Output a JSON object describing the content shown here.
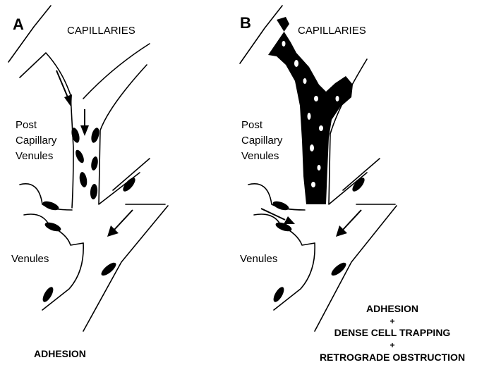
{
  "panel_a": {
    "letter": "A",
    "capillaries": "CAPILLARIES",
    "post_line1": "Post",
    "post_line2": "Capillary",
    "post_line3": "Venules",
    "venules": "Venules",
    "caption": "ADHESION"
  },
  "panel_b": {
    "letter": "B",
    "capillaries": "CAPILLARIES",
    "post_line1": "Post",
    "post_line2": "Capillary",
    "post_line3": "Venules",
    "venules": "Venules",
    "caption_line1": "ADHESION",
    "plus1": "+",
    "caption_line2": "DENSE CELL TRAPPING",
    "plus2": "+",
    "caption_line3": "RETROGRADE OBSTRUCTION"
  }
}
